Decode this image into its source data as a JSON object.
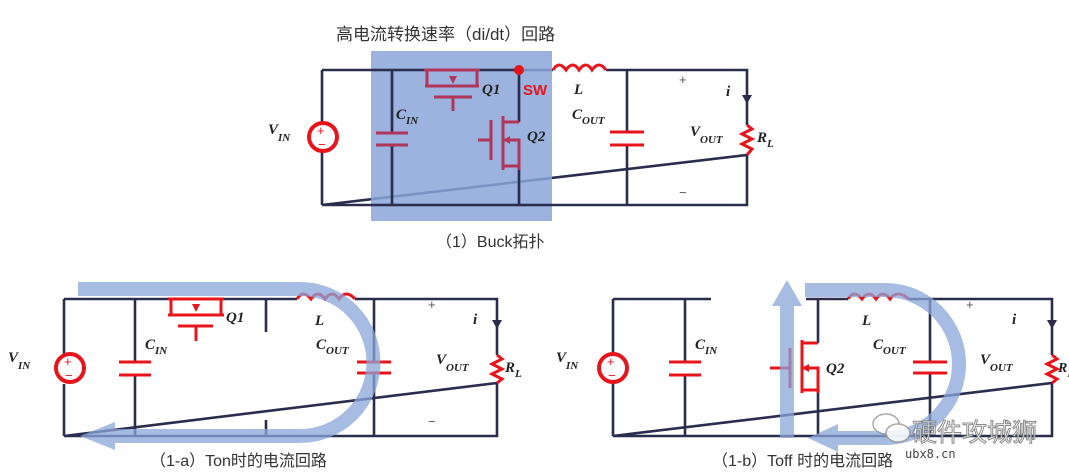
{
  "title": "高电流转换速率（di/dt）回路",
  "captions": {
    "buck": "（1）Buck拓扑",
    "ton": "（1-a）Ton时的电流回路",
    "toff": "（1-b）Toff 时的电流回路"
  },
  "labels": {
    "v": "V",
    "in": "IN",
    "c": "C",
    "out": "OUT",
    "r": "R",
    "l_sub": "L",
    "l": "L",
    "q1": "Q1",
    "q2": "Q2",
    "i": "i",
    "plus": "+",
    "minus": "−",
    "sw": "SW"
  },
  "watermark": {
    "name": "硬件攻城狮",
    "site": "ubx8.cn"
  },
  "colors": {
    "wire": "#2a2d4e",
    "component": "#e8141c",
    "highlight": "#8aa6d8",
    "sw_node": "#e8141c"
  }
}
